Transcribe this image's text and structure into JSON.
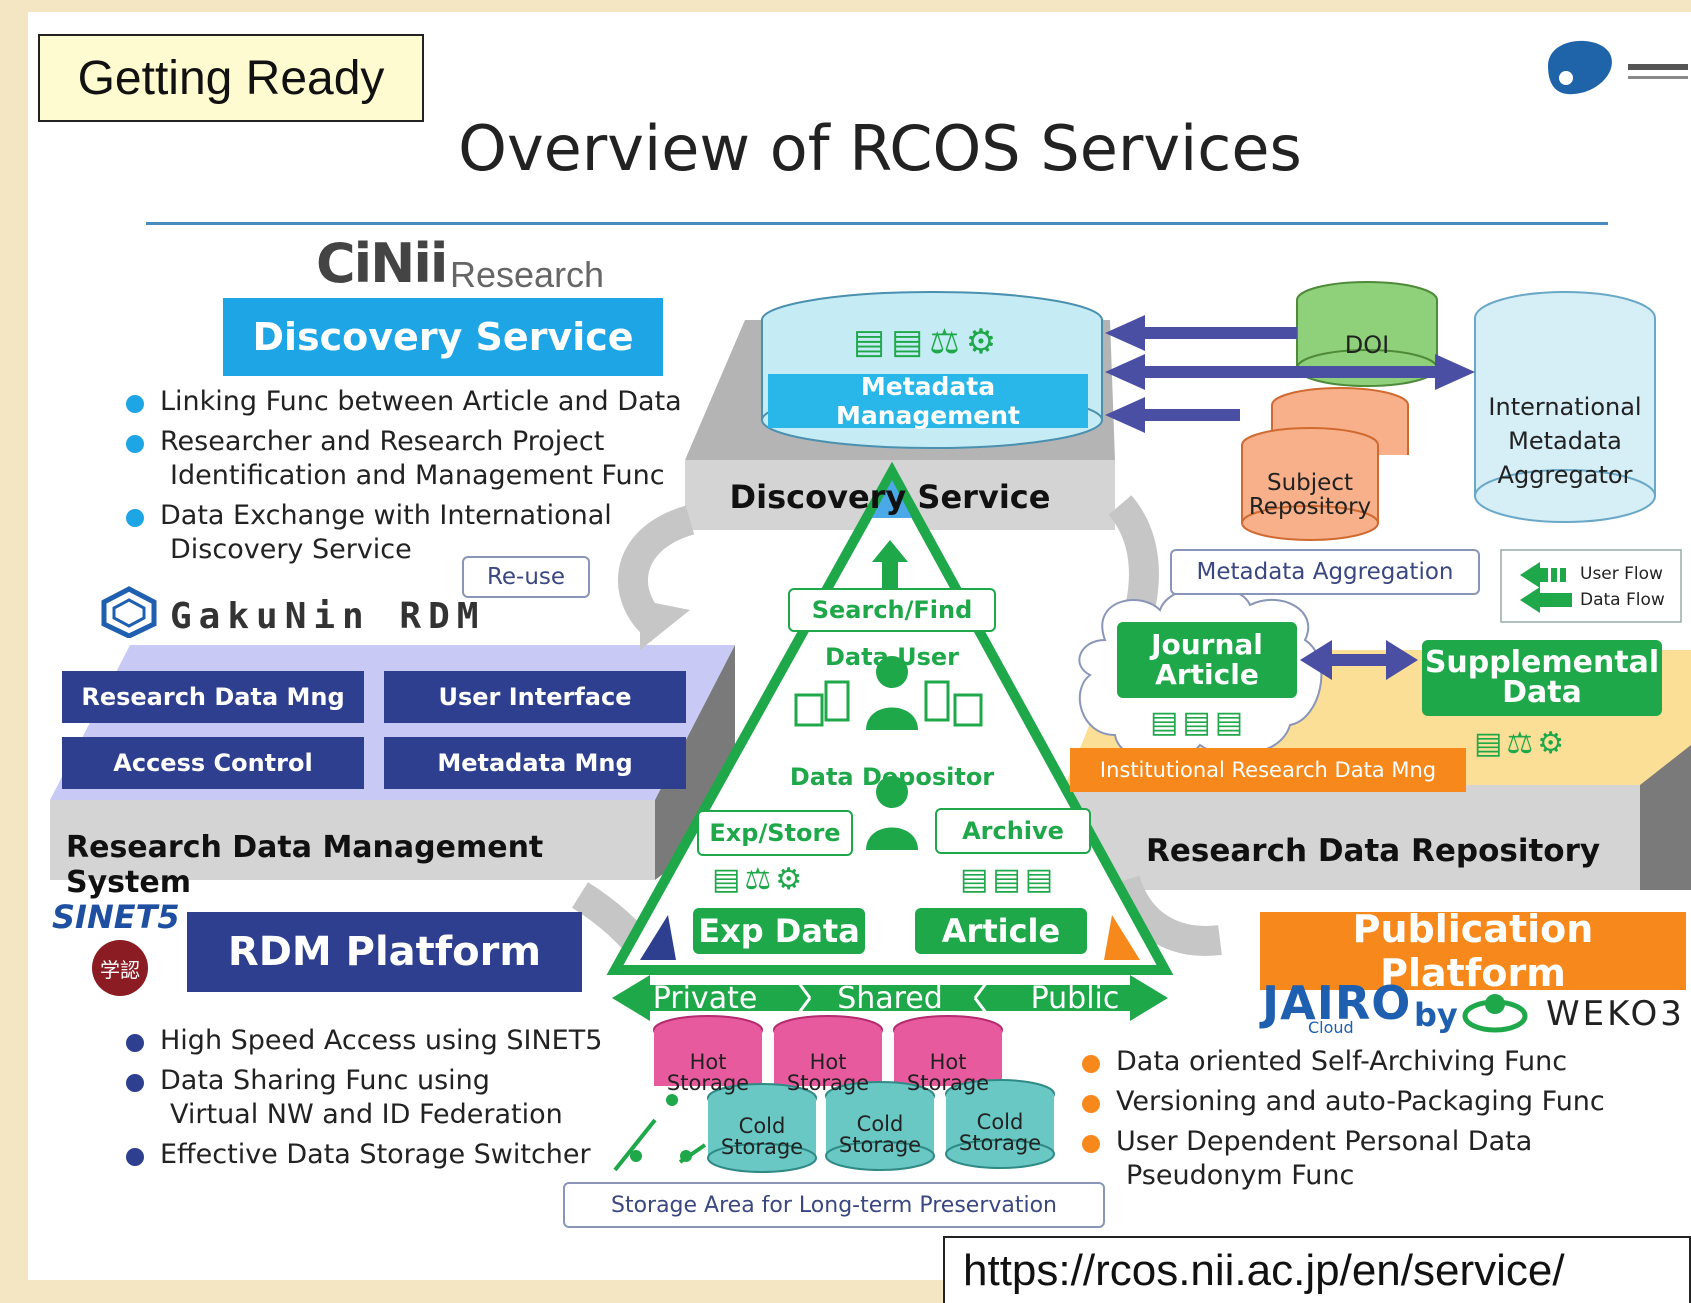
{
  "header": {
    "tag": "Getting Ready",
    "title": "Overview of RCOS Services",
    "url": "https://rcos.nii.ac.jp/en/service/"
  },
  "logos": {
    "cinii": "CiNii",
    "cinii_suffix": "Research",
    "gakunin": "GakuNin RDM",
    "sinet": "SINET5",
    "gakunin_seal": "学認",
    "jairo": "JAIRO",
    "jairo_cloud": "Cloud",
    "by": "by",
    "weko": "WEKO3"
  },
  "discovery": {
    "banner": "Discovery Service",
    "bullets": [
      {
        "line1": "Linking Func between Article and Data",
        "line2": ""
      },
      {
        "line1": "Researcher and Research Project",
        "line2": "Identification and Management Func"
      },
      {
        "line1": "Data Exchange with International",
        "line2": "Discovery Service"
      }
    ],
    "platform_label": "Discovery Service",
    "metadata_management": "Metadata Management",
    "reuse": "Re-use"
  },
  "rdm": {
    "boxes": [
      "Research Data Mng",
      "User Interface",
      "Access Control",
      "Metadata Mng"
    ],
    "platform_label": "Research Data Management System",
    "banner": "RDM Platform",
    "bullets": [
      {
        "line1": "High Speed Access using SINET5",
        "line2": ""
      },
      {
        "line1": "Data Sharing Func using",
        "line2": "Virtual NW and ID Federation"
      },
      {
        "line1": "Effective Data Storage Switcher",
        "line2": ""
      }
    ]
  },
  "external": {
    "doi": "DOI",
    "subject_repository": "Subject Repository",
    "aggregator": [
      "International",
      "Metadata",
      "Aggregator"
    ],
    "metadata_aggregation": "Metadata Aggregation",
    "legend": {
      "user_flow": "User Flow",
      "data_flow": "Data Flow"
    }
  },
  "repository": {
    "journal_article": "Journal Article",
    "supplemental_data": "Supplemental Data",
    "institutional": "Institutional Research Data Mng",
    "platform_label": "Research Data Repository",
    "banner": "Publication Platform",
    "bullets": [
      {
        "line1": "Data oriented Self-Archiving Func",
        "line2": ""
      },
      {
        "line1": "Versioning and auto-Packaging Func",
        "line2": ""
      },
      {
        "line1": "User Dependent Personal Data",
        "line2": "Pseudonym Func"
      }
    ]
  },
  "triangle": {
    "search_find": "Search/Find",
    "data_user": "Data User",
    "data_depositor": "Data Depositor",
    "exp_store": "Exp/Store",
    "archive": "Archive",
    "exp_data": "Exp Data",
    "article": "Article",
    "private": "Private",
    "shared": "Shared",
    "public": "Public"
  },
  "storage": {
    "hot": [
      "Hot",
      "Storage"
    ],
    "cold": [
      "Cold",
      "Storage"
    ],
    "area": "Storage Area for Long-term Preservation"
  },
  "colors": {
    "accent_blue": "#1ea5e6",
    "navy": "#2f3f8f",
    "green": "#1fa84a",
    "orange": "#f7891c"
  }
}
